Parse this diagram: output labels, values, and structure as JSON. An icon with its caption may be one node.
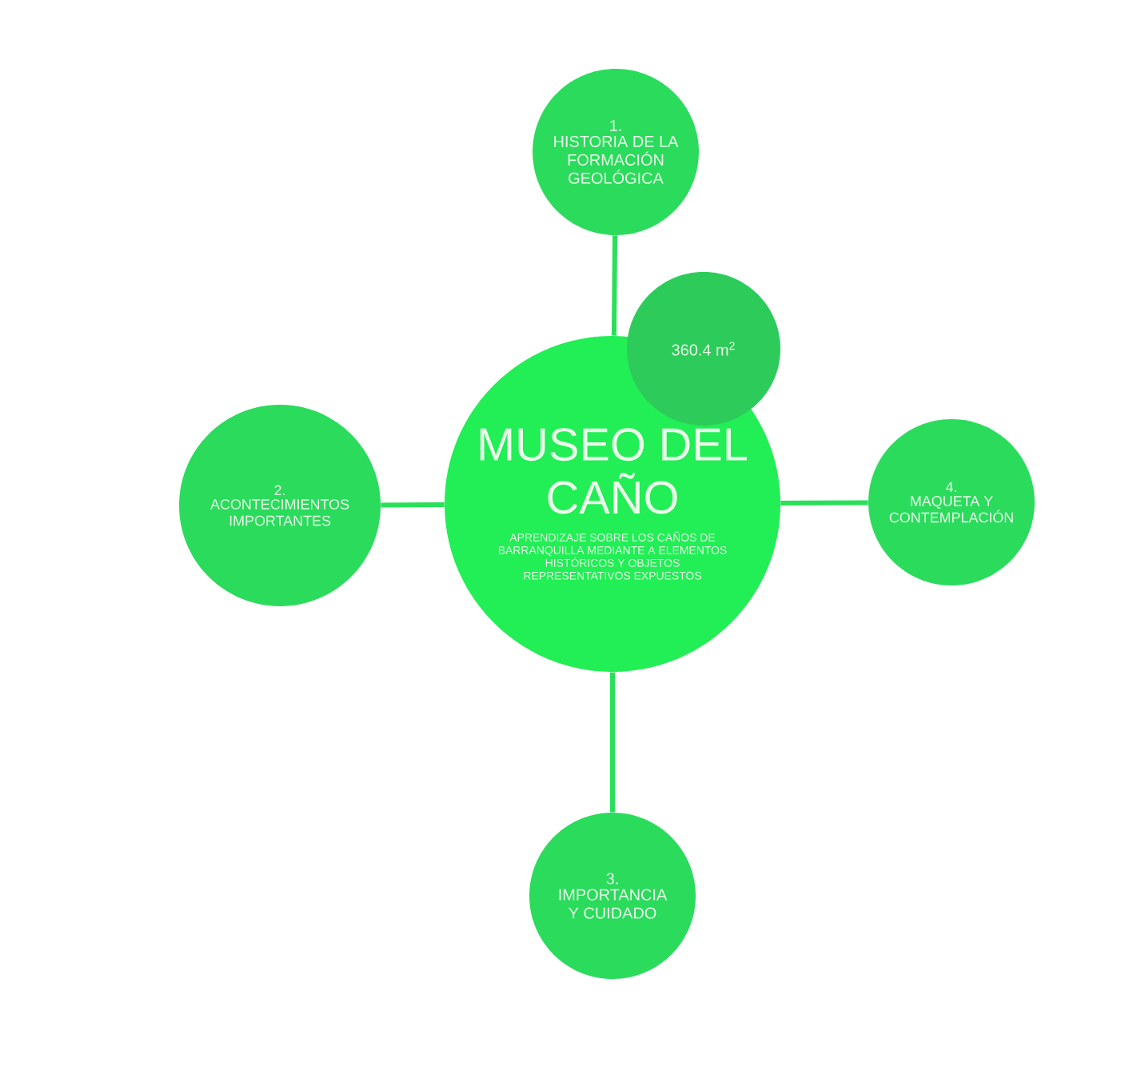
{
  "diagram": {
    "nodes": [
      {
        "text": [
          "1.",
          "HISTORIA DE LA FORMACIÓN GEOLÓGICA"
        ]
      },
      {
        "text": [
          "360.4 m$^{2}$"
        ]
      },
      {
        "text": [
          "MUSEO DEL CAÑO",
          "APRENDIZAJE SOBRE LOS CAÑOS DE BARRANQUILLA MEDIANTE A ELEMENTOS HISTÓRICOS Y OBJETOS REPRESENTATIVOS EXPUESTOS"
        ]
      },
      {
        "text": [
          "2.",
          "ACONTECIMIENTOS IMPORTANTES"
        ]
      },
      {
        "text": [
          "4.",
          "MAQUETA Y CONTEMPLACIÓN"
        ]
      },
      {
        "text": [
          "3.",
          "IMPORTANCIA Y CUIDADO"
        ]
      }
    ],
    "edges": [
      {
        "from": 2,
        "to": 0,
        "arrow": "none"
      },
      {
        "from": 2,
        "to": 3,
        "arrow": "none"
      },
      {
        "from": 2,
        "to": 4,
        "arrow": "none"
      },
      {
        "from": 2,
        "to": 5,
        "arrow": "none"
      }
    ]
  }
}
